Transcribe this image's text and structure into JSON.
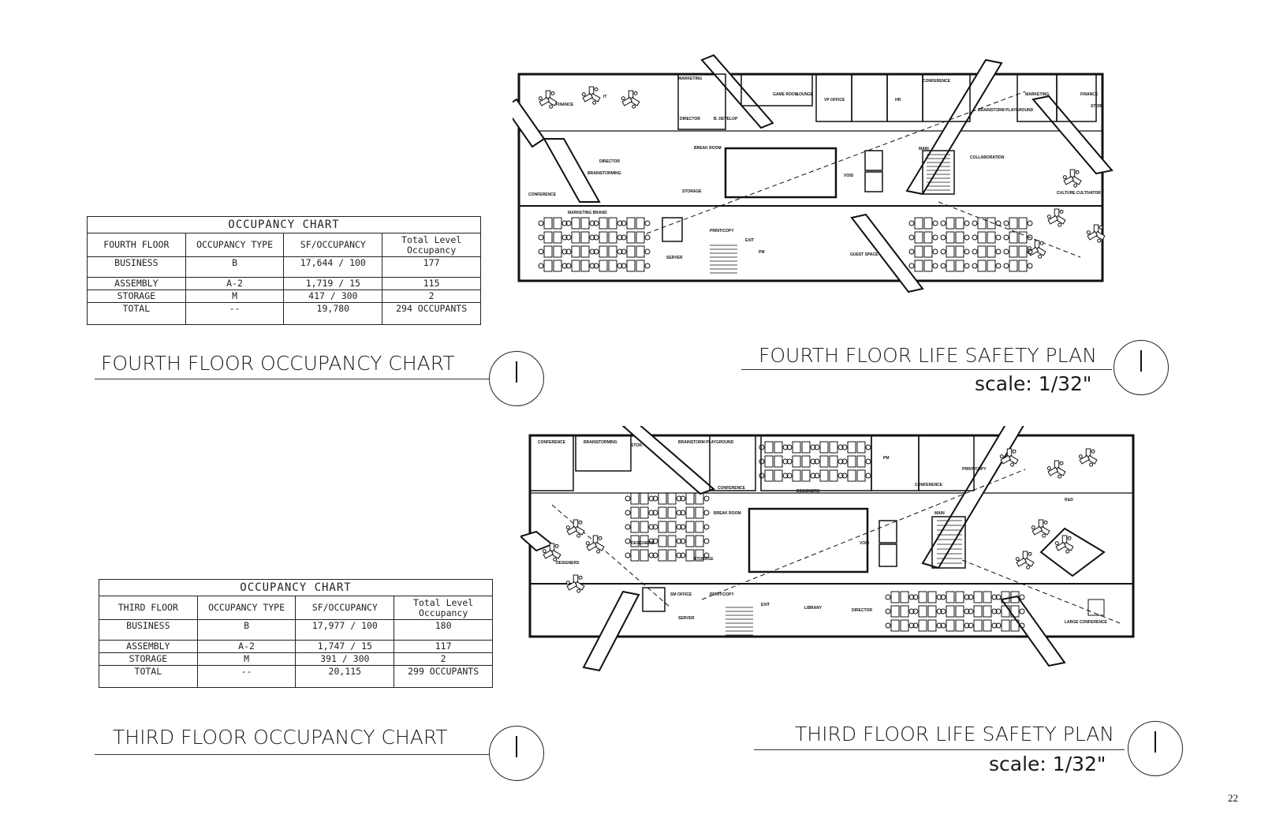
{
  "page_number": "22",
  "fourth": {
    "table": {
      "caption": "OCCUPANCY CHART",
      "headers": [
        "FOURTH FLOOR",
        "OCCUPANCY TYPE",
        "SF/OCCUPANCY",
        "Total Level Occupancy"
      ],
      "rows": [
        [
          "BUSINESS",
          "B",
          "17,644 / 100",
          "177"
        ],
        [
          "ASSEMBLY",
          "A-2",
          "1,719 / 15",
          "115"
        ],
        [
          "STORAGE",
          "M",
          "417 / 300",
          "2"
        ],
        [
          "TOTAL",
          "--",
          "19,780",
          "294 OCCUPANTS"
        ]
      ]
    },
    "chart_title": "FOURTH FLOOR OCCUPANCY CHART",
    "plan_title": "FOURTH FLOOR LIFE SAFETY PLAN",
    "plan_scale": "scale: 1/32\"",
    "plan_labels": [
      "MARKETING",
      "FINANCE",
      "IT",
      "DIRECTOR",
      "B. DEVELOP",
      "GAME ROOM",
      "LOUNGE",
      "VP OFFICE",
      "HR",
      "CONFERENCE",
      "BRAINSTORM PLAYGROUND",
      "MARKETING",
      "FINANCE",
      "STOR.",
      "BREAK ROOM",
      "DIRECTOR",
      "BRAINSTORMING",
      "STORAGE",
      "VOID",
      "MAIN",
      "COLLABORATION",
      "CULTURE CULTIVATOR",
      "CONFERENCE",
      "MARKETING BRAND",
      "PRINT/COPY",
      "SERVER",
      "EXIT",
      "PM",
      "GUEST SPACE"
    ]
  },
  "third": {
    "table": {
      "caption": "OCCUPANCY CHART",
      "headers": [
        "THIRD FLOOR",
        "OCCUPANCY TYPE",
        "SF/OCCUPANCY",
        "Total Level Occupancy"
      ],
      "rows": [
        [
          "BUSINESS",
          "B",
          "17,977 / 100",
          "180"
        ],
        [
          "ASSEMBLY",
          "A-2",
          "1,747 / 15",
          "117"
        ],
        [
          "STORAGE",
          "M",
          "391 / 300",
          "2"
        ],
        [
          "TOTAL",
          "--",
          "20,115",
          "299 OCCUPANTS"
        ]
      ]
    },
    "chart_title": "THIRD FLOOR OCCUPANCY CHART",
    "plan_title": "THIRD FLOOR LIFE SAFETY PLAN",
    "plan_scale": "scale: 1/32\"",
    "plan_labels": [
      "CONFERENCE",
      "BRAINSTORMING",
      "STOR.",
      "BRAINSTORM PLAYGROUND",
      "CONFERENCE",
      "DESIGNERS",
      "PM",
      "CONFERENCE",
      "PRINT/COPY",
      "R&D",
      "BREAK ROOM",
      "DESIGNERS",
      "STORAGE",
      "VOID",
      "MAIN",
      "DESIGNERS",
      "SM OFFICE",
      "SERVER",
      "PRINT/COPY",
      "EXIT",
      "LIBRARY",
      "DIRECTOR",
      "LARGE CONFERENCE"
    ]
  }
}
